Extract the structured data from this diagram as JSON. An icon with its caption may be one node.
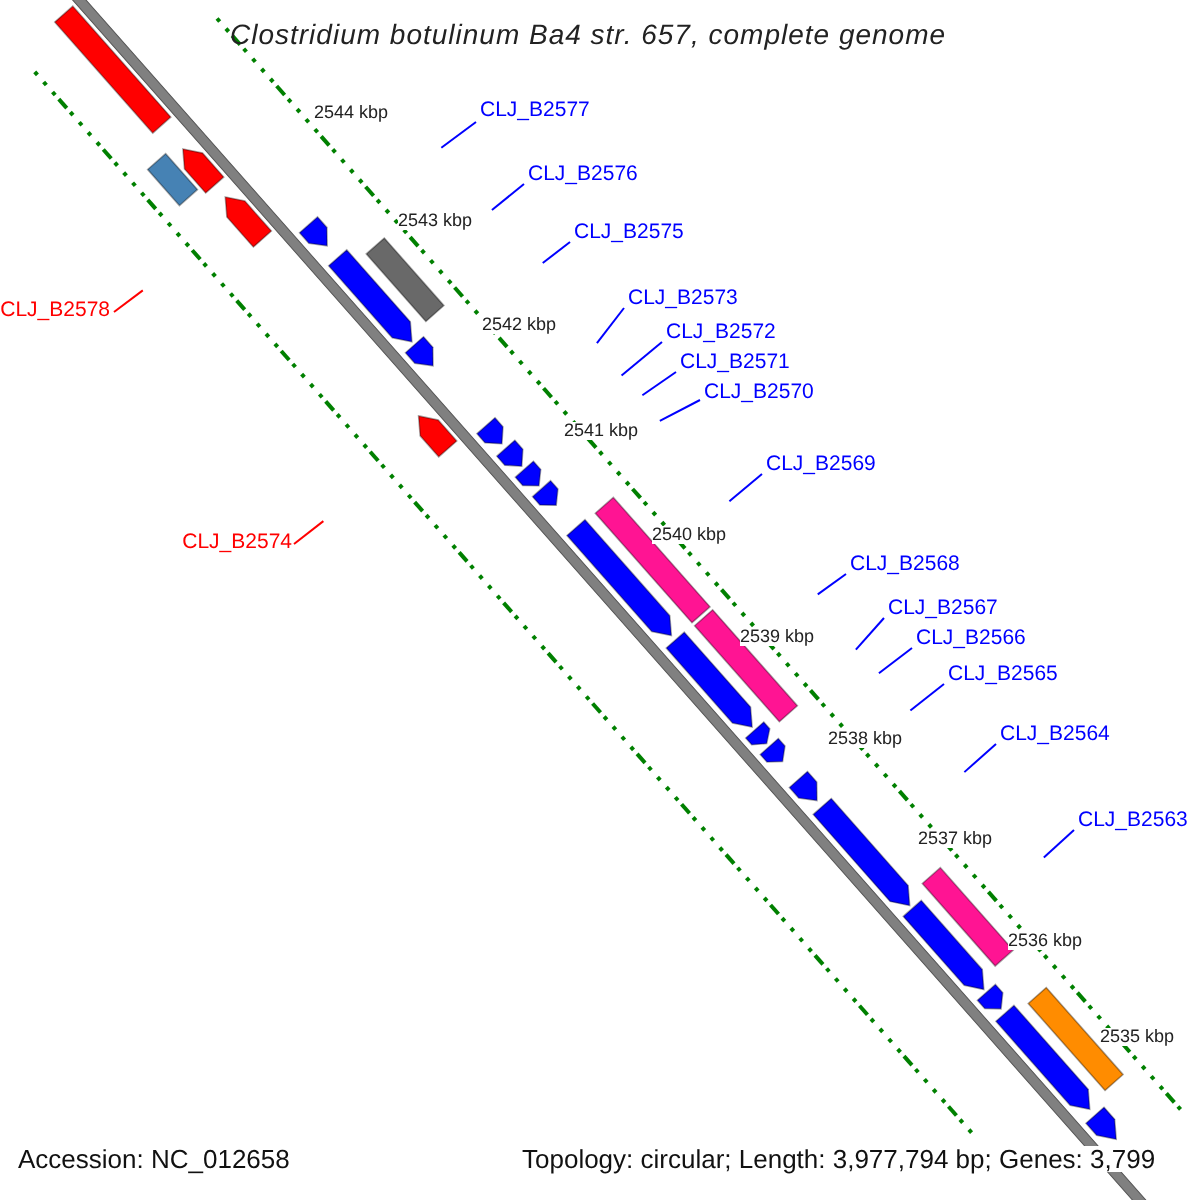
{
  "diagram": {
    "title": "Clostridium botulinum Ba4 str. 657, complete genome",
    "nodes": [
      {
        "text": [
          "CLJ_B2577"
        ]
      },
      {
        "text": [
          "CLJ_B2576"
        ]
      },
      {
        "text": [
          "CLJ_B2575"
        ]
      },
      {
        "text": [
          "CLJ_B2573"
        ]
      },
      {
        "text": [
          "CLJ_B2578"
        ]
      },
      {
        "text": [
          "CLJ_B2572"
        ]
      },
      {
        "text": [
          "CLJ_B2571"
        ]
      },
      {
        "text": [
          "CLJ_B2570"
        ]
      },
      {
        "text": [
          "CLJ_B2569"
        ]
      },
      {
        "text": [
          "CLJ_B2574"
        ]
      },
      {
        "text": [
          "CLJ_B2568"
        ]
      },
      {
        "text": [
          "CLJ_B2567"
        ]
      },
      {
        "text": [
          "CLJ_B2566"
        ]
      },
      {
        "text": [
          "CLJ_B2565"
        ]
      },
      {
        "text": [
          "CLJ_B2564"
        ]
      },
      {
        "text": [
          "CLJ_B2563"
        ]
      }
    ],
    "edges": [
      {
        "from": 0,
        "to": null,
        "arrow": "none"
      },
      {
        "from": 1,
        "to": null,
        "arrow": "none"
      },
      {
        "from": 2,
        "to": null,
        "arrow": "none"
      },
      {
        "from": 3,
        "to": null,
        "arrow": "none"
      },
      {
        "from": 4,
        "to": null,
        "arrow": "none",
        "color": "#ff0000"
      },
      {
        "from": 5,
        "to": null,
        "arrow": "none"
      },
      {
        "from": 6,
        "to": null,
        "arrow": "none"
      },
      {
        "from": 7,
        "to": null,
        "arrow": "none"
      },
      {
        "from": 8,
        "to": null,
        "arrow": "none"
      },
      {
        "from": 9,
        "to": null,
        "arrow": "none",
        "color": "#ff0000"
      },
      {
        "from": 10,
        "to": null,
        "arrow": "none"
      },
      {
        "from": 11,
        "to": null,
        "arrow": "none"
      },
      {
        "from": 12,
        "to": null,
        "arrow": "none"
      },
      {
        "from": 13,
        "to": null,
        "arrow": "none"
      },
      {
        "from": 14,
        "to": null,
        "arrow": "none"
      },
      {
        "from": 15,
        "to": null,
        "arrow": "none"
      }
    ],
    "labels": [
      "2544 kbp",
      "2543 kbp",
      "2542 kbp",
      "2541 kbp",
      "2540 kbp",
      "2539 kbp",
      "2538 kbp",
      "2537 kbp",
      "2536 kbp",
      "2535 kbp",
      "Accession: NC_012658",
      "Topology: circular; Length: 3,977,794 bp; Genes: 3,799"
    ]
  }
}
